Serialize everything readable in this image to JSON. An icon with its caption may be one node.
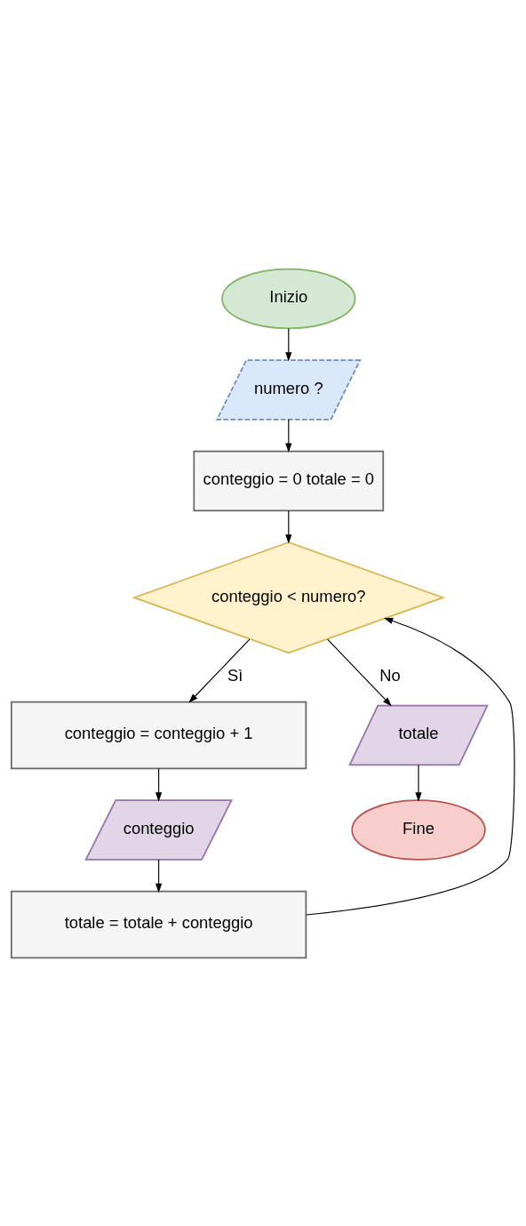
{
  "diagram": {
    "nodes": [
      {
        "text": [
          "Inizio"
        ]
      },
      {
        "text": [
          "numero ?"
        ]
      },
      {
        "text": [
          "conteggio = 0 totale = 0"
        ]
      },
      {
        "text": [
          "conteggio < numero?"
        ]
      },
      {
        "text": [
          "conteggio = conteggio + 1"
        ]
      },
      {
        "text": [
          "conteggio"
        ]
      },
      {
        "text": [
          "totale = totale + conteggio"
        ]
      },
      {
        "text": [
          "totale"
        ]
      },
      {
        "text": [
          "Fine"
        ]
      }
    ],
    "edges": [
      {
        "from": 0,
        "to": 1,
        "arrow": "to"
      },
      {
        "from": 1,
        "to": 2,
        "arrow": "to"
      },
      {
        "from": 2,
        "to": 3,
        "arrow": "to"
      },
      {
        "from": 3,
        "to": 4,
        "arrow": "to",
        "label": "Sì"
      },
      {
        "from": 4,
        "to": 5,
        "arrow": "to"
      },
      {
        "from": 5,
        "to": 6,
        "arrow": "to"
      },
      {
        "from": 6,
        "to": 3,
        "arrow": "to"
      },
      {
        "from": 3,
        "to": 7,
        "arrow": "to",
        "label": "No"
      },
      {
        "from": 7,
        "to": 8,
        "arrow": "to"
      }
    ]
  }
}
